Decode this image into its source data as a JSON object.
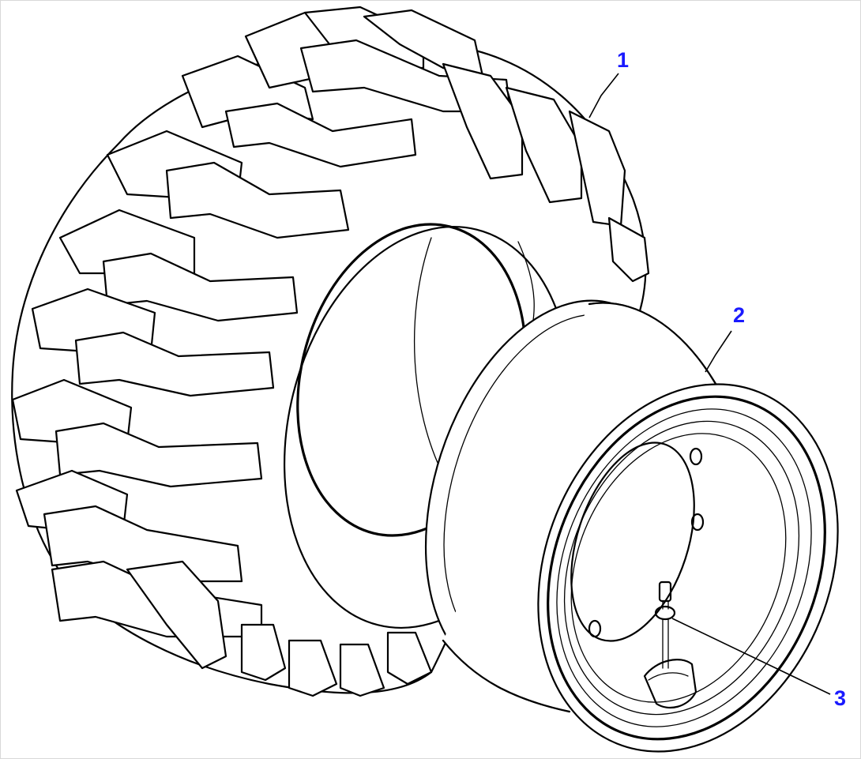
{
  "callouts": [
    {
      "id": "1",
      "label": "1"
    },
    {
      "id": "2",
      "label": "2"
    },
    {
      "id": "3",
      "label": "3"
    }
  ],
  "colors": {
    "background": "#ffffff",
    "linework": "#000000",
    "callout_text": "#1a1aff"
  }
}
